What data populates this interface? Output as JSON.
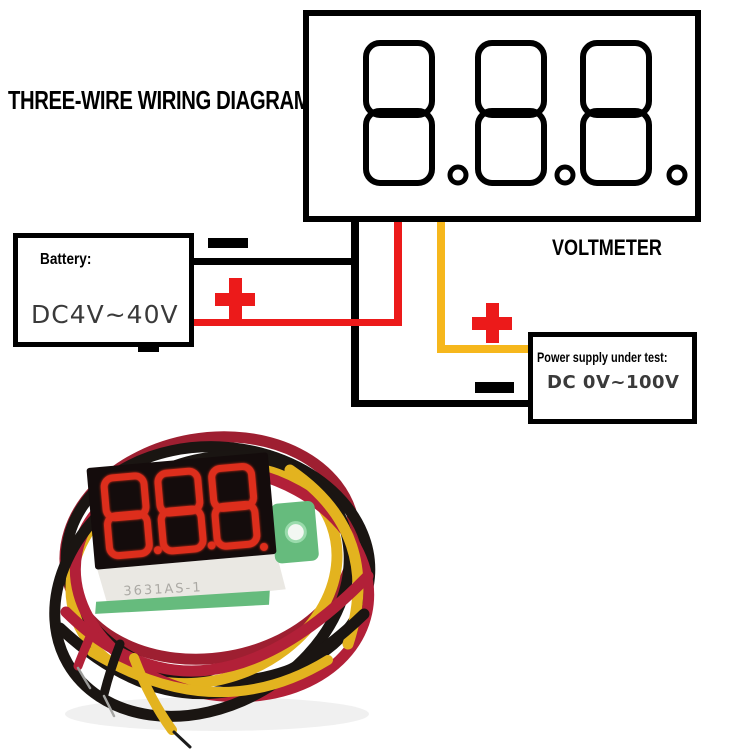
{
  "title": "THREE-WIRE WIRING DIAGRAM",
  "voltmeter": {
    "label": "VOLTMETER",
    "display_value": "8.8.8."
  },
  "battery": {
    "label": "Battery:",
    "value": "DC4V~40V",
    "positive_symbol": "+",
    "negative_symbol": "-"
  },
  "power_supply": {
    "label": "Power supply under test:",
    "value": "DC 0V~100V",
    "positive_symbol": "+",
    "negative_symbol": "-"
  },
  "module_photo": {
    "marking": "3631AS-1",
    "display_value": "888"
  },
  "colors": {
    "diagram_red": "#ec1a1a",
    "diagram_yellow": "#f6b71c",
    "diagram_black": "#000000",
    "photo_wire_dark_red": "#9e1f31",
    "photo_wire_red": "#b22038",
    "photo_wire_yellow": "#e3b31f",
    "photo_wire_black": "#1a1512",
    "photo_digit_red": "#dd2d1c",
    "photo_pcb_green": "#66bb7d",
    "module_face_black": "#140c0c",
    "module_side_silver": "#eae8e3"
  }
}
